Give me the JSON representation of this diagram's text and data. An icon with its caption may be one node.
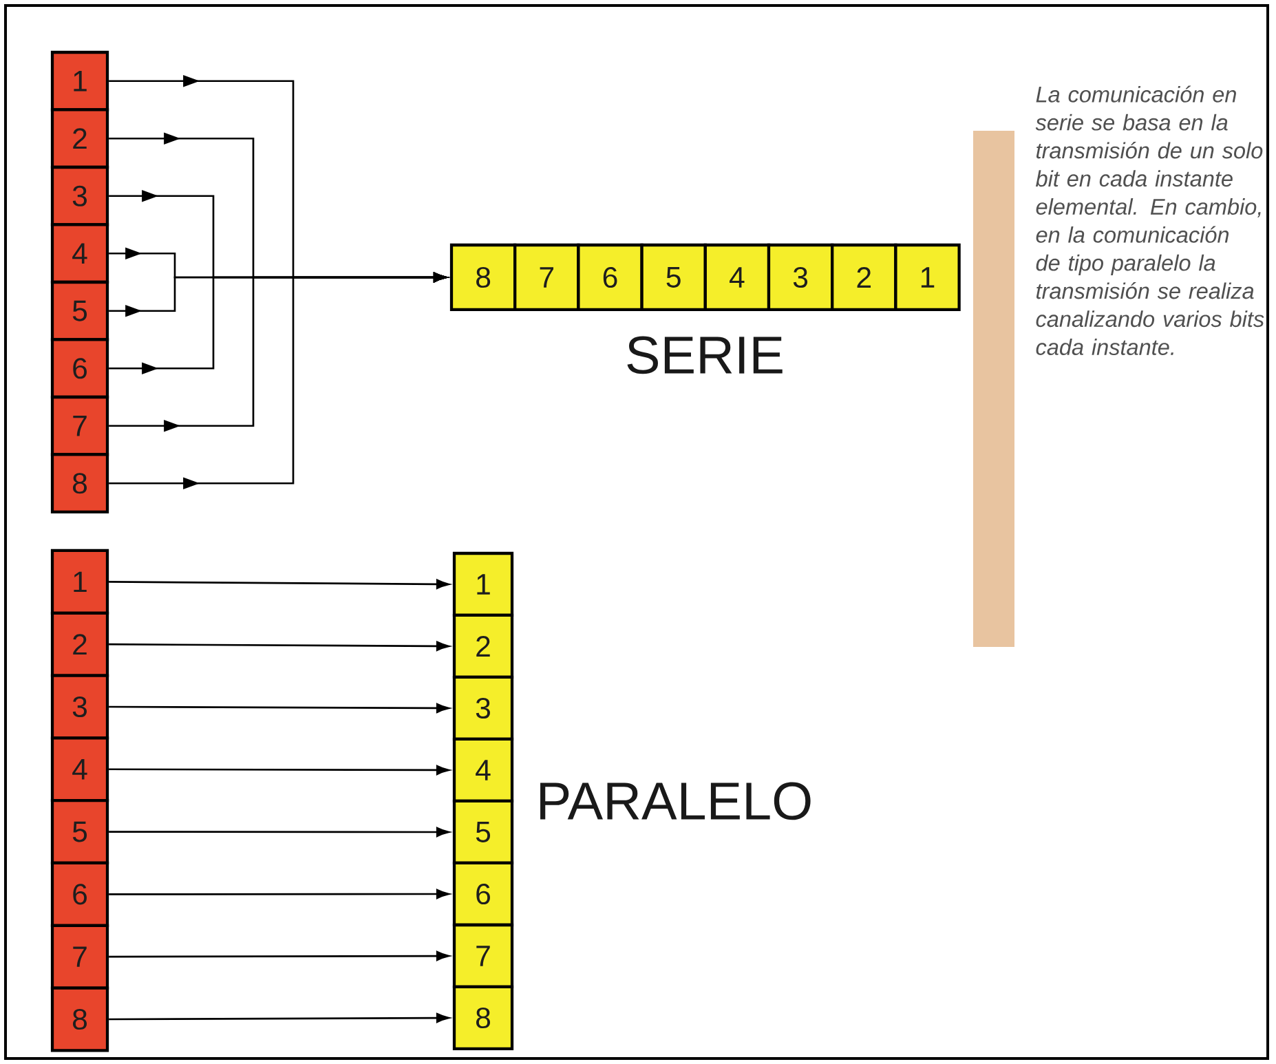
{
  "diagram": {
    "nodes": [
      {
        "text": [
          "1"
        ]
      },
      {
        "text": [
          "2"
        ]
      },
      {
        "text": [
          "3"
        ]
      },
      {
        "text": [
          "4"
        ]
      },
      {
        "text": [
          "5"
        ]
      },
      {
        "text": [
          "6"
        ]
      },
      {
        "text": [
          "7"
        ]
      },
      {
        "text": [
          "8"
        ]
      },
      {
        "text": [
          "8"
        ]
      },
      {
        "text": [
          "7"
        ]
      },
      {
        "text": [
          "6"
        ]
      },
      {
        "text": [
          "5"
        ]
      },
      {
        "text": [
          "4"
        ]
      },
      {
        "text": [
          "3"
        ]
      },
      {
        "text": [
          "2"
        ]
      },
      {
        "text": [
          "1"
        ]
      },
      {
        "text": [
          "1"
        ]
      },
      {
        "text": [
          "2"
        ]
      },
      {
        "text": [
          "3"
        ]
      },
      {
        "text": [
          "4"
        ]
      },
      {
        "text": [
          "5"
        ]
      },
      {
        "text": [
          "6"
        ]
      },
      {
        "text": [
          "7"
        ]
      },
      {
        "text": [
          "8"
        ]
      },
      {
        "text": [
          "1"
        ]
      },
      {
        "text": [
          "2"
        ]
      },
      {
        "text": [
          "3"
        ]
      },
      {
        "text": [
          "4"
        ]
      },
      {
        "text": [
          "5"
        ]
      },
      {
        "text": [
          "6"
        ]
      },
      {
        "text": [
          "7"
        ]
      },
      {
        "text": [
          "8"
        ]
      }
    ],
    "edges": [
      {
        "from": 0,
        "to": 8,
        "arrow": "to"
      },
      {
        "from": 1,
        "to": 8,
        "arrow": "to"
      },
      {
        "from": 2,
        "to": 8,
        "arrow": "to"
      },
      {
        "from": 3,
        "to": 8,
        "arrow": "to"
      },
      {
        "from": 4,
        "to": 8,
        "arrow": "to"
      },
      {
        "from": 5,
        "to": 8,
        "arrow": "to"
      },
      {
        "from": 6,
        "to": 8,
        "arrow": "to"
      },
      {
        "from": 7,
        "to": 8,
        "arrow": "to"
      },
      {
        "from": 16,
        "to": 24,
        "arrow": "to"
      },
      {
        "from": 17,
        "to": 25,
        "arrow": "to"
      },
      {
        "from": 18,
        "to": 26,
        "arrow": "to"
      },
      {
        "from": 19,
        "to": 27,
        "arrow": "to"
      },
      {
        "from": 20,
        "to": 28,
        "arrow": "to"
      },
      {
        "from": 21,
        "to": 29,
        "arrow": "to"
      },
      {
        "from": 22,
        "to": 30,
        "arrow": "to"
      },
      {
        "from": 23,
        "to": 31,
        "arrow": "to"
      }
    ],
    "labels": [
      "SERIE",
      "La comunicación en serie se basa en la transmisión de un solo bit en cada instante elemental. En cambio, en la comunicación de tipo paralelo la transmisión se realiza canalizando varios bits cada instante.",
      "PARALELO"
    ]
  }
}
